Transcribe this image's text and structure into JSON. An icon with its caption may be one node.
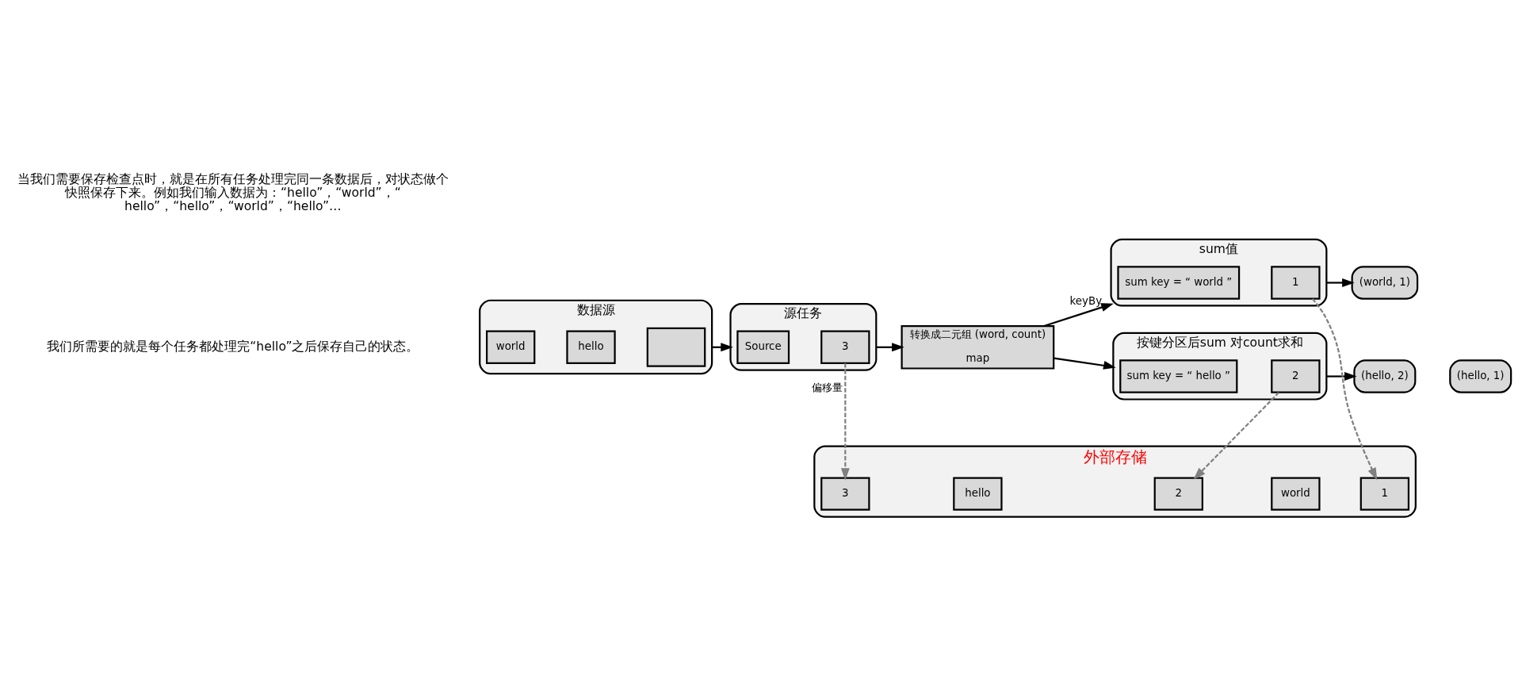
{
  "diagram": {
    "nodes": [
      {
        "text": [
          "数据源"
        ]
      },
      {
        "text": [
          "world"
        ],
        "in": 0
      },
      {
        "text": [
          "hello"
        ],
        "in": 0
      },
      {
        "text": [],
        "shape": "box",
        "in": 0
      },
      {
        "text": [
          "源任务"
        ]
      },
      {
        "text": [
          "Source"
        ],
        "in": 4
      },
      {
        "text": [
          "3"
        ],
        "in": 4
      },
      {
        "text": [
          "转换成二元组 (word, count)",
          "map"
        ]
      },
      {
        "text": [
          "按键分区后sum 对count求和"
        ]
      },
      {
        "text": [
          "sum key = “ hello ”"
        ],
        "in": 8
      },
      {
        "text": [
          "2"
        ],
        "in": 8
      },
      {
        "text": [
          "sum值"
        ]
      },
      {
        "text": [
          "sum key = “ world ”"
        ],
        "in": 11
      },
      {
        "text": [
          "1"
        ],
        "in": 11
      },
      {
        "text": [
          "(hello, 2)"
        ]
      },
      {
        "text": [
          "(hello, 1)"
        ]
      },
      {
        "text": [
          "(world, 1)"
        ]
      },
      {
        "text": [
          "外部存储"
        ]
      },
      {
        "text": [
          "3"
        ],
        "in": 17
      },
      {
        "text": [
          "hello"
        ],
        "in": 17
      },
      {
        "text": [
          "2"
        ],
        "in": 17
      },
      {
        "text": [
          "world"
        ],
        "in": 17
      },
      {
        "text": [
          "1"
        ],
        "in": 17
      }
    ],
    "edges": [
      {
        "from": 0,
        "to": 4,
        "arrow": "to"
      },
      {
        "from": 4,
        "to": 7,
        "arrow": "to"
      },
      {
        "from": 7,
        "to": 8,
        "arrow": "to"
      },
      {
        "from": 7,
        "to": 11,
        "arrow": "to",
        "label": "keyBy"
      },
      {
        "from": 8,
        "to": 14,
        "arrow": "to"
      },
      {
        "from": 11,
        "to": 16,
        "arrow": "to"
      },
      {
        "from": 6,
        "to": 18,
        "arrow": "to",
        "label": "偏移量",
        "style": "dashed",
        "color": "#808080"
      },
      {
        "from": 10,
        "to": 20,
        "arrow": "to",
        "style": "dashed",
        "color": "#808080"
      },
      {
        "from": 13,
        "to": 22,
        "arrow": "to",
        "style": "dashed",
        "color": "#808080"
      }
    ],
    "labels": [
      "当我们需要保存检查点时，就是在所有任务处理完同一条数据后，对状态做个快照保存下来。例如我们输入数据为：“hello”，“world”，“hello”，“hello”，“world”，“hello”…",
      "我们所需要的就是每个任务都处理完“hello”之后保存自己的状态。"
    ]
  }
}
